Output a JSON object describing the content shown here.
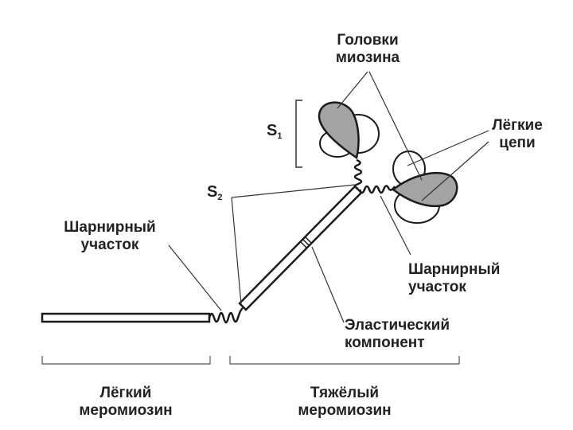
{
  "labels": {
    "heads": [
      "Головки",
      "миозина"
    ],
    "light_chains": [
      "Лёгкие",
      "цепи"
    ],
    "s1": {
      "letter": "S",
      "index": "1"
    },
    "s2": {
      "letter": "S",
      "index": "2"
    },
    "hinge_left": [
      "Шарнирный",
      "участок"
    ],
    "hinge_right": [
      "Шарнирный",
      "участок"
    ],
    "elastic": [
      "Эластический",
      "компонент"
    ],
    "light_meromyosin": [
      "Лёгкий",
      "меромиозин"
    ],
    "heavy_meromyosin": [
      "Тяжёлый",
      "меромиозин"
    ]
  },
  "colors": {
    "head_fill": "#a3a3a3",
    "outline": "#1a1a1a",
    "text": "#222222"
  }
}
